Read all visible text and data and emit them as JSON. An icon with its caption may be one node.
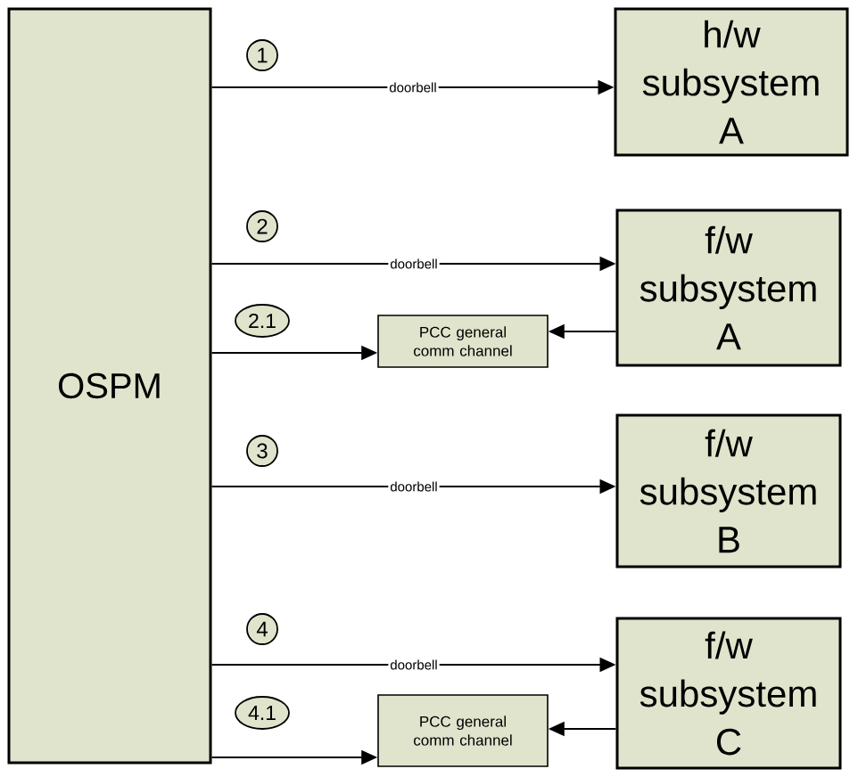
{
  "diagram": {
    "nodes": [
      {
        "text": [
          "OSPM"
        ]
      },
      {
        "text": [
          "1"
        ]
      },
      {
        "text": [
          "h/w subsystem A"
        ]
      },
      {
        "text": [
          "2"
        ]
      },
      {
        "text": [
          "f/w subsystem A"
        ]
      },
      {
        "text": [
          "2.1"
        ]
      },
      {
        "text": [
          "PCC general comm channel"
        ]
      },
      {
        "text": [
          "3"
        ]
      },
      {
        "text": [
          "f/w subsystem B"
        ]
      },
      {
        "text": [
          "4"
        ]
      },
      {
        "text": [
          "f/w subsystem C"
        ]
      },
      {
        "text": [
          "4.1"
        ]
      },
      {
        "text": [
          "PCC general comm channel"
        ]
      }
    ],
    "edges": [
      {
        "from": 0,
        "to": 2,
        "arrow": "to",
        "label": "doorbell"
      },
      {
        "from": 0,
        "to": 4,
        "arrow": "to",
        "label": "doorbell"
      },
      {
        "from": 0,
        "to": 6,
        "arrow": "to"
      },
      {
        "from": 4,
        "to": 6,
        "arrow": "to"
      },
      {
        "from": 0,
        "to": 8,
        "arrow": "to",
        "label": "doorbell"
      },
      {
        "from": 0,
        "to": 10,
        "arrow": "to",
        "label": "doorbell"
      },
      {
        "from": 0,
        "to": 12,
        "arrow": "to"
      },
      {
        "from": 10,
        "to": 12,
        "arrow": "to"
      }
    ]
  }
}
